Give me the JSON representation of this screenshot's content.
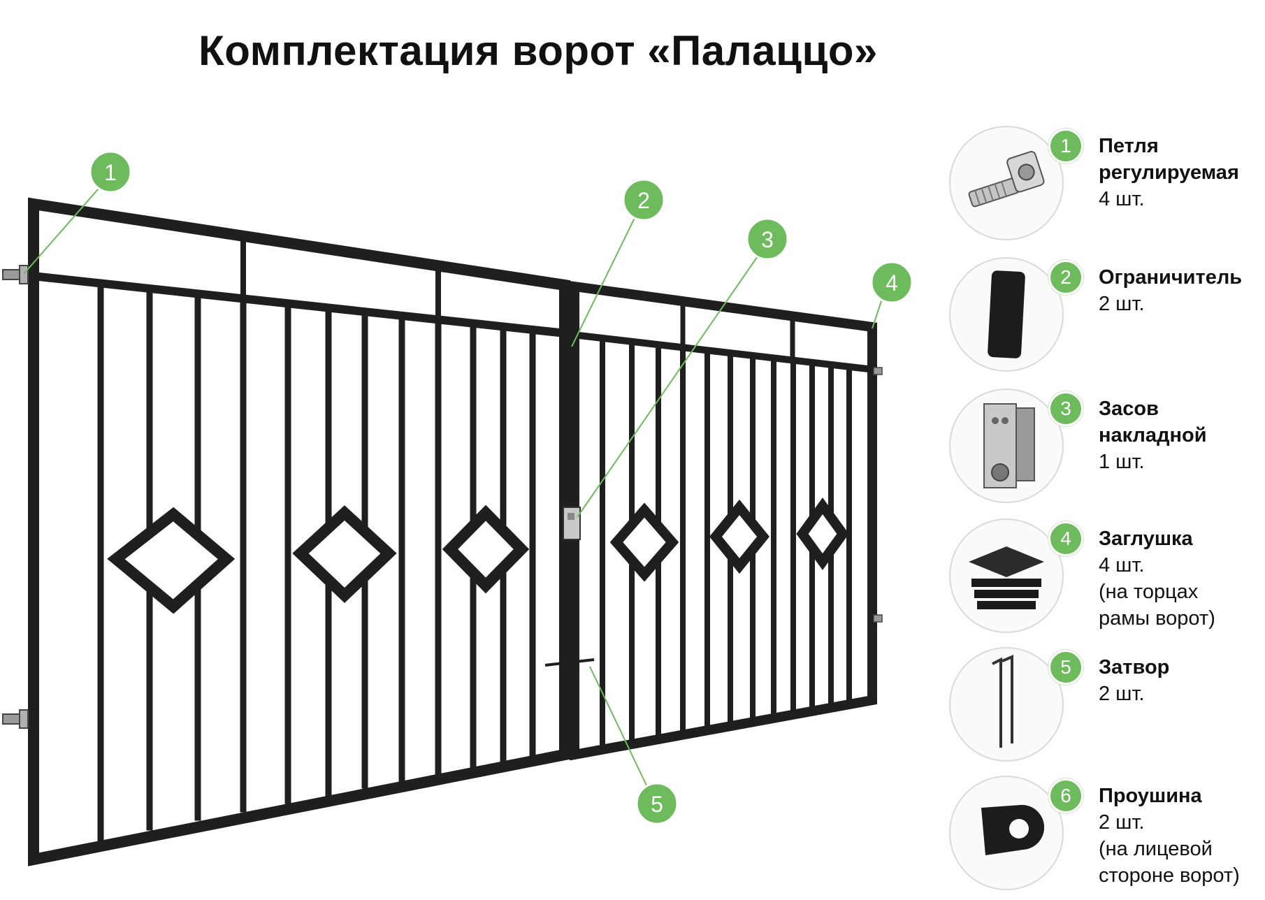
{
  "title": "Комплектация ворот «Палаццо»",
  "callouts": [
    "1",
    "2",
    "3",
    "4",
    "5"
  ],
  "items": [
    {
      "num": "1",
      "name_lines": [
        "Петля",
        "регулируемая"
      ],
      "qty": "4 шт.",
      "note_lines": []
    },
    {
      "num": "2",
      "name_lines": [
        "Ограничитель"
      ],
      "qty": "2 шт.",
      "note_lines": []
    },
    {
      "num": "3",
      "name_lines": [
        "Засов",
        "накладной"
      ],
      "qty": "1 шт.",
      "note_lines": []
    },
    {
      "num": "4",
      "name_lines": [
        "Заглушка"
      ],
      "qty": "4 шт.",
      "note_lines": [
        "(на торцах",
        "рамы ворот)"
      ]
    },
    {
      "num": "5",
      "name_lines": [
        "Затвор"
      ],
      "qty": "2 шт.",
      "note_lines": []
    },
    {
      "num": "6",
      "name_lines": [
        "Проушина"
      ],
      "qty": "2 шт.",
      "note_lines": [
        "(на лицевой",
        "стороне ворот)"
      ]
    }
  ],
  "colors": {
    "accent": "#6dbb5c",
    "metal": "#1f1f1f"
  }
}
